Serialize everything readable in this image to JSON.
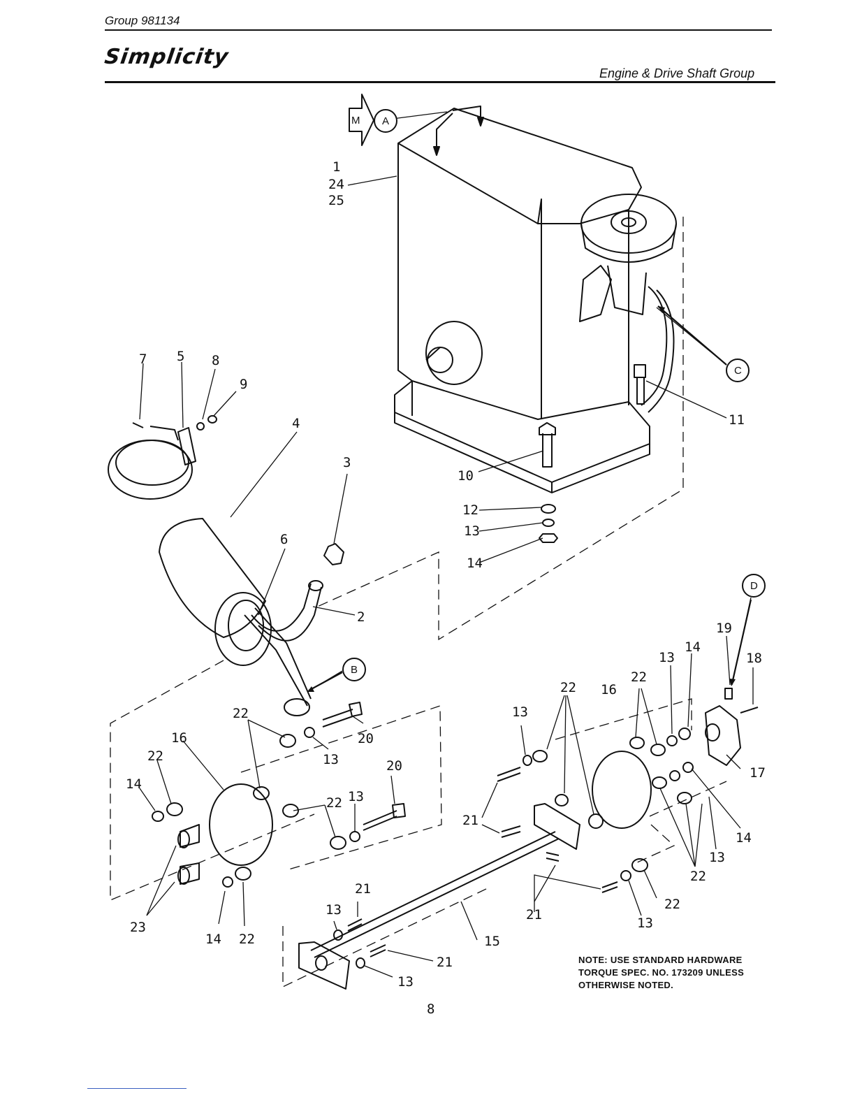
{
  "header": {
    "group_label": "Group  981134",
    "brand": "Simplicity",
    "section_title": "Engine & Drive Shaft Group"
  },
  "callouts": [
    "A",
    "B",
    "C",
    "D",
    "M"
  ],
  "part_labels": {
    "p1": "1",
    "p24": "24",
    "p25": "25",
    "p7": "7",
    "p5": "5",
    "p8": "8",
    "p9": "9",
    "p4": "4",
    "p3": "3",
    "p6": "6",
    "p2": "2",
    "p10": "10",
    "p11": "11",
    "p12": "12",
    "p13": "13",
    "p14": "14",
    "p19": "19",
    "p18": "18",
    "p17": "17",
    "p16": "16",
    "p15": "15",
    "p20": "20",
    "p21": "21",
    "p22": "22",
    "p23": "23"
  },
  "note": {
    "line1": "NOTE:  USE STANDARD HARDWARE",
    "line2": "TORQUE SPEC. NO. 173209 UNLESS",
    "line3": "OTHERWISE NOTED."
  },
  "page_number": "8"
}
